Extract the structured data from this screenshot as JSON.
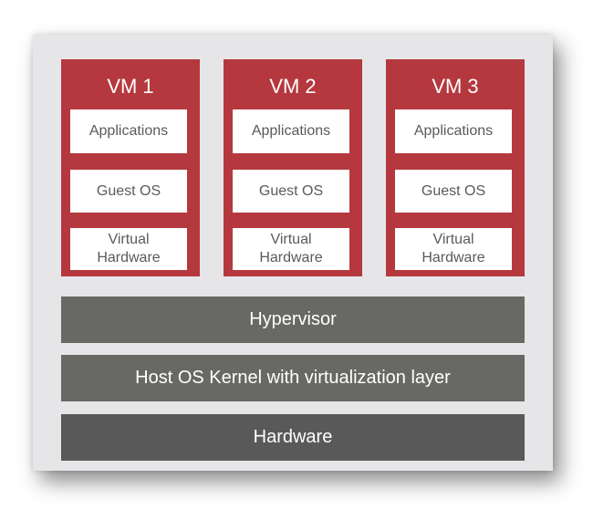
{
  "vms": [
    {
      "title": "VM 1",
      "applications": "Applications",
      "guest_os": "Guest OS",
      "virtual_hardware_line1": "Virtual",
      "virtual_hardware_line2": "Hardware"
    },
    {
      "title": "VM 2",
      "applications": "Applications",
      "guest_os": "Guest OS",
      "virtual_hardware_line1": "Virtual",
      "virtual_hardware_line2": "Hardware"
    },
    {
      "title": "VM 3",
      "applications": "Applications",
      "guest_os": "Guest OS",
      "virtual_hardware_line1": "Virtual",
      "virtual_hardware_line2": "Hardware"
    }
  ],
  "layers": {
    "hypervisor": "Hypervisor",
    "host_os": "Host OS Kernel with virtualization layer",
    "hardware": "Hardware"
  },
  "colors": {
    "vm_red": "#b5383e",
    "layer_gray": "#686865",
    "hardware_gray": "#595959",
    "panel_bg": "#e6e6e8"
  }
}
